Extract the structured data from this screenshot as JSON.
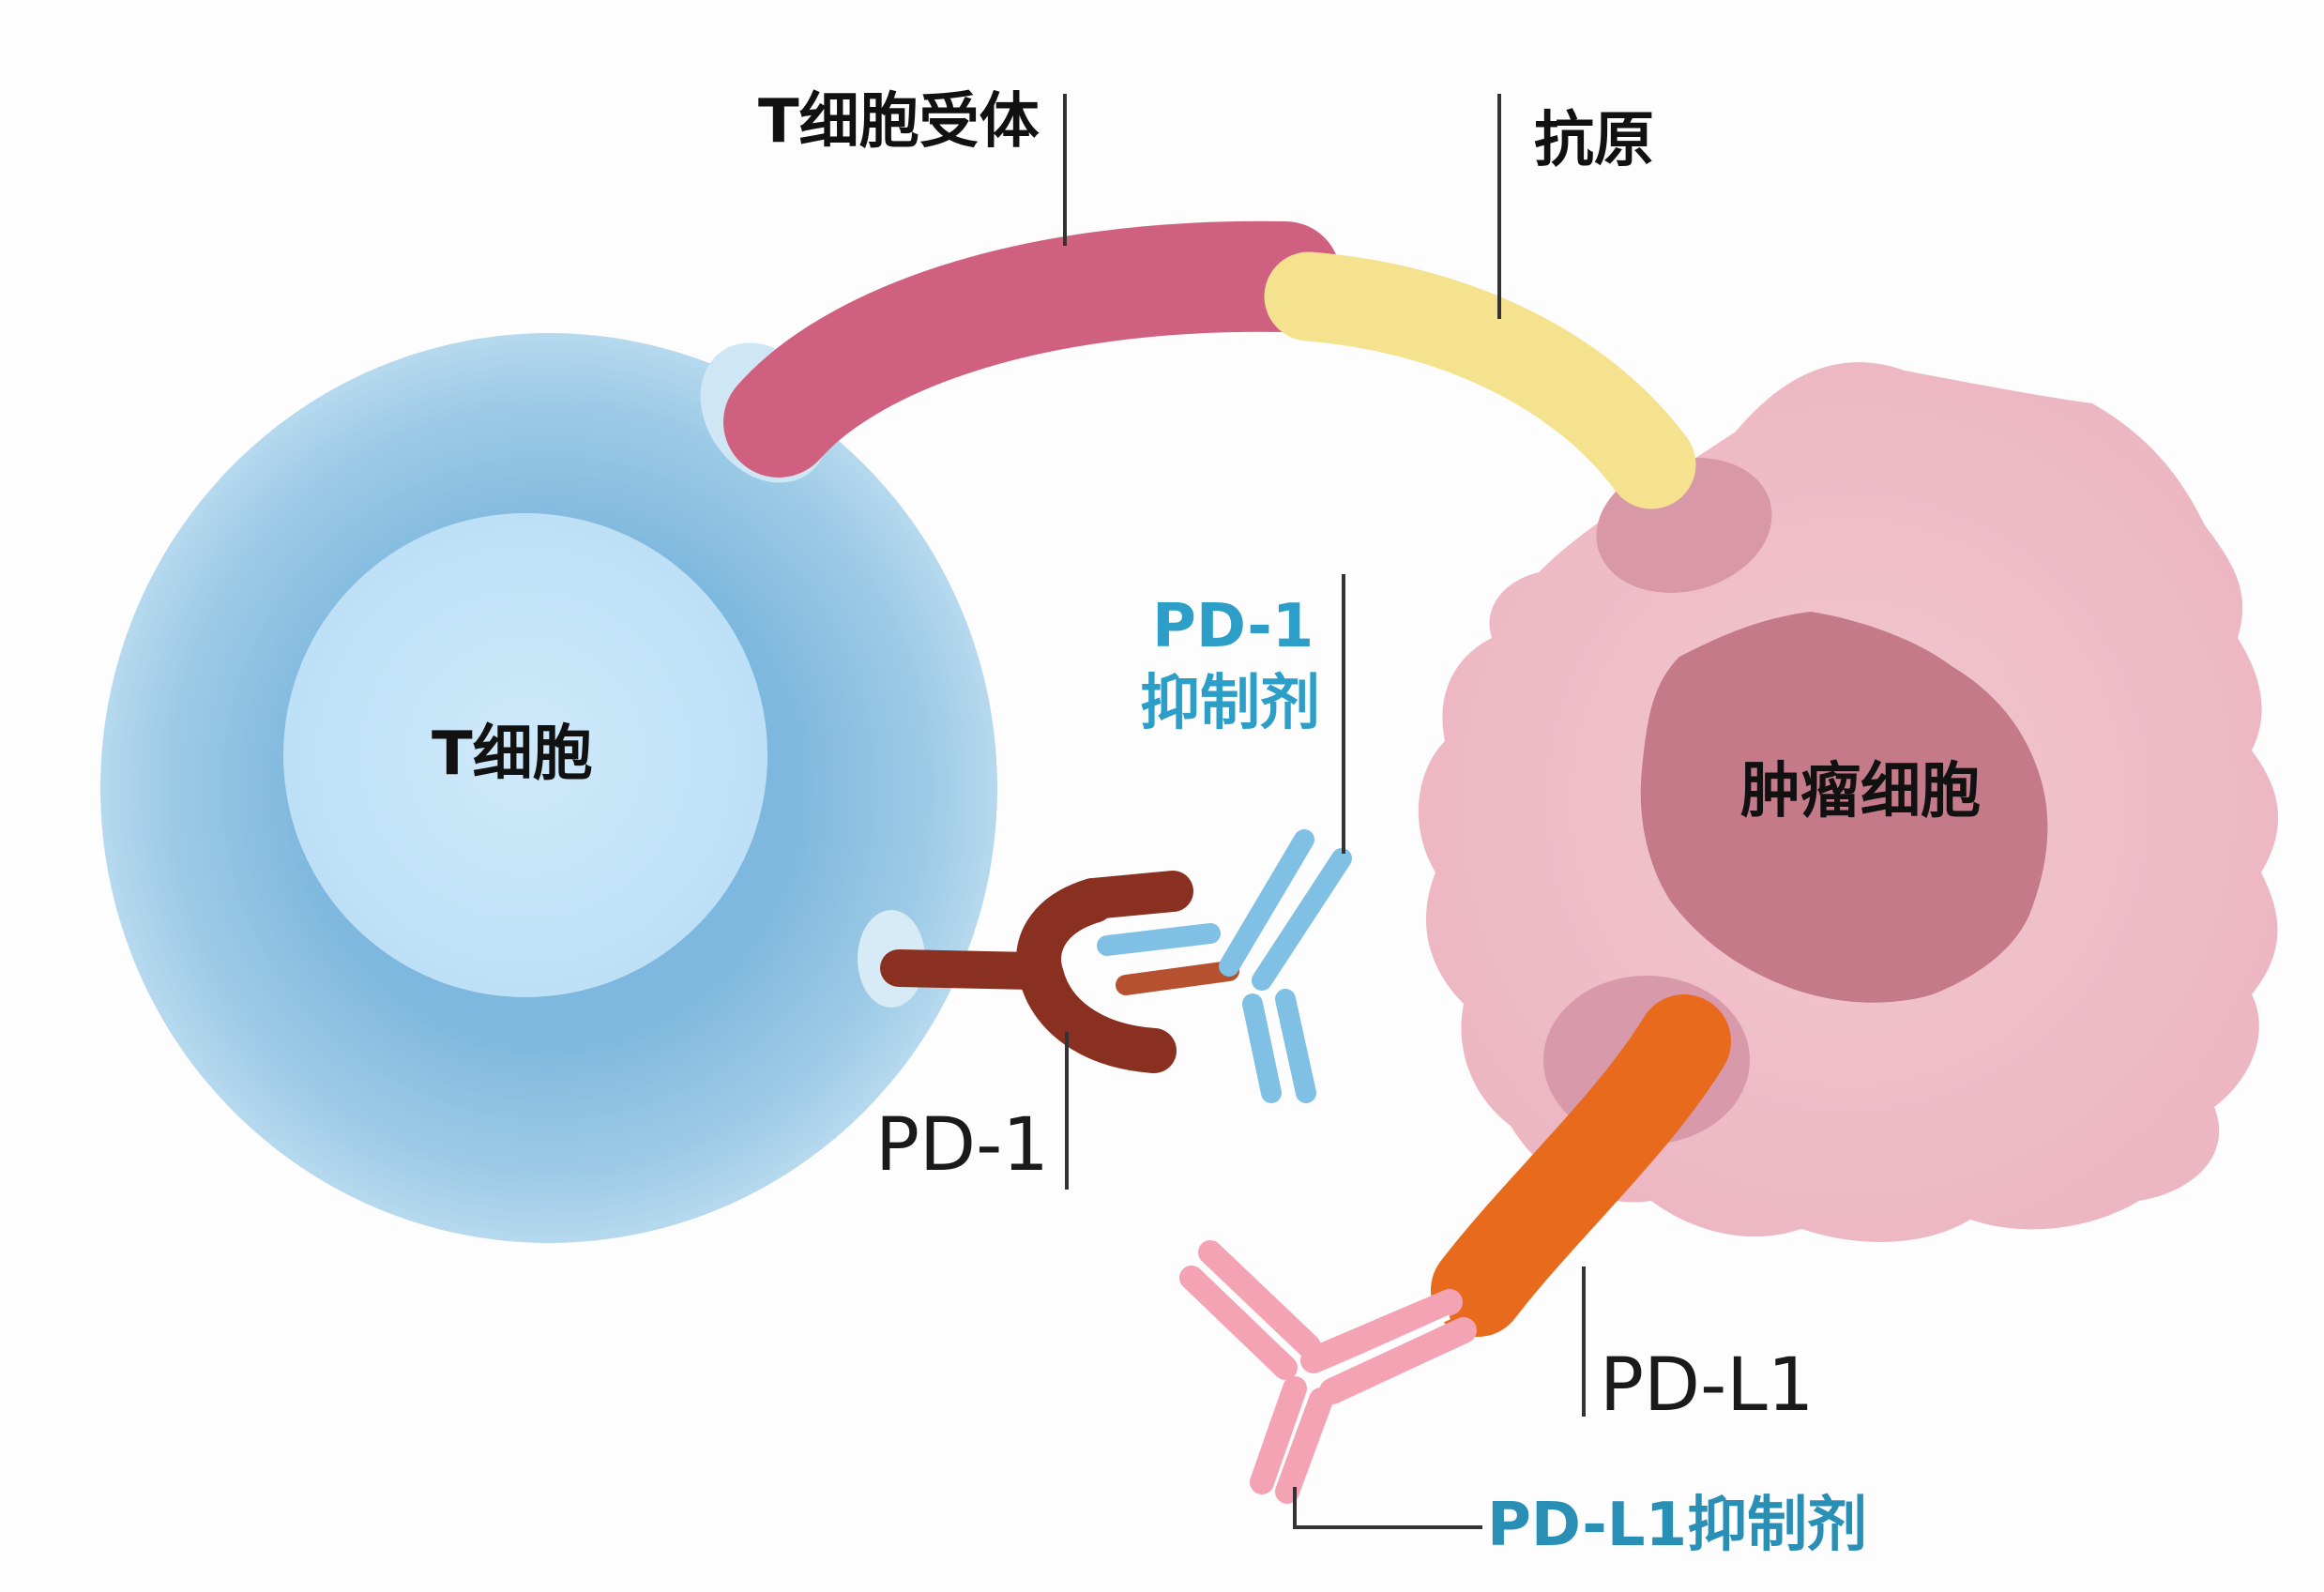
{
  "labels": {
    "t_cell_receptor": "T细胞受体",
    "antigen": "抗原",
    "t_cell": "T细胞",
    "tumor_cell": "肿瘤细胞",
    "pd1_inhibitor_line1": "PD-1",
    "pd1_inhibitor_line2": "抑制剂",
    "pd1": "PD-1",
    "pdl1": "PD-L1",
    "pdl1_inhibitor": "PD-L1抑制剂"
  },
  "colors": {
    "t_cell_outer": "#9dcbe6",
    "t_cell_nucleus": "#c4e4f8",
    "tumor_cell": "#f0c0ca",
    "tumor_nucleus": "#c97888",
    "tcr": "#cf6080",
    "antigen": "#f5e28e",
    "pd1": "#8a3020",
    "pd1_antibody": "#7fc0e4",
    "pdl1": "#e86a1c",
    "pdl1_antibody": "#f4a3b4",
    "leader_line": "#333333"
  }
}
